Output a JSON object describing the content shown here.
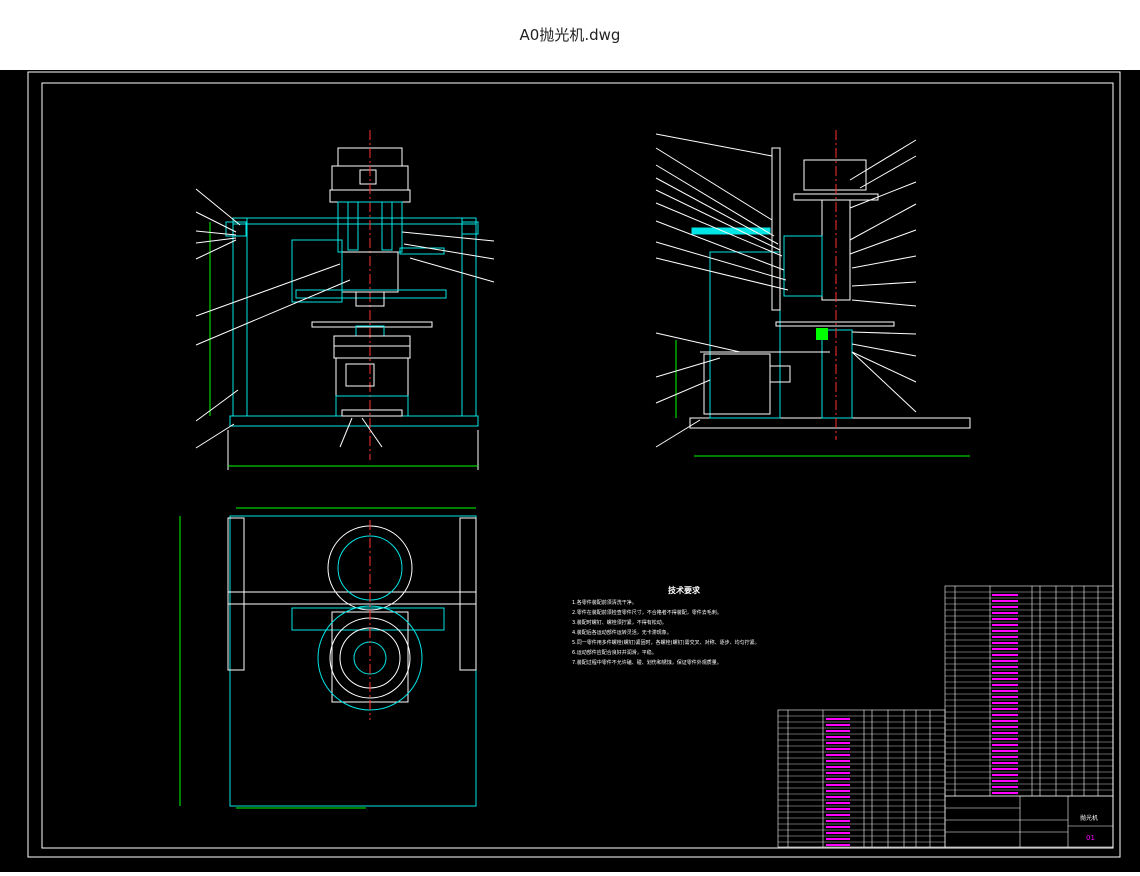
{
  "window": {
    "title": "A0抛光机.dwg"
  },
  "colors": {
    "cyan": "#00e5e5",
    "white": "#ffffff",
    "magenta": "#ff00ff",
    "green": "#00ff00",
    "yellow": "#ffff00",
    "red": "#ff3030"
  },
  "drawing": {
    "tech_title": "技术要求",
    "tech_notes": [
      "1.各零件装配前须清洗干净。",
      "2.零件在装配前须检查零件尺寸，不合格者不得装配，零件去毛刺。",
      "3.装配时螺钉、螺栓须拧紧，不得有松动。",
      "4.装配后各运动部件运转灵活，无卡滞现象。",
      "5.同一零件用多件螺栓(螺钉)紧固时，各螺栓(螺钉)需交叉、对称、逐步、均匀拧紧。",
      "6.运动部件应配合良好并润滑，平稳。",
      "7.装配过程中零件不允许磕、碰、划伤和锈蚀，保证零件外观质量。"
    ],
    "machine_name": "抛光机",
    "drawing_no": "01"
  }
}
